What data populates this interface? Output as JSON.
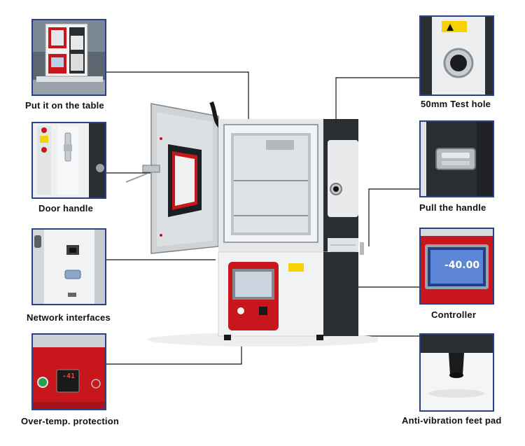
{
  "callouts": {
    "table": "Put it on the table",
    "door_handle": "Door handle",
    "network": "Network interfaces",
    "overtemp": "Over-temp. protection",
    "test_hole": "50mm Test hole",
    "pull_handle": "Pull the handle",
    "controller": "Controller",
    "feet": "Anti-vibration feet pad"
  },
  "readouts": {
    "controller_display": "-40.00",
    "overtemp_display": "-41"
  },
  "colors": {
    "frame_border": "#2b3f8f",
    "accent_red": "#c8161d",
    "cabinet_dark": "#2a2d31",
    "leader_line": "#111111"
  }
}
